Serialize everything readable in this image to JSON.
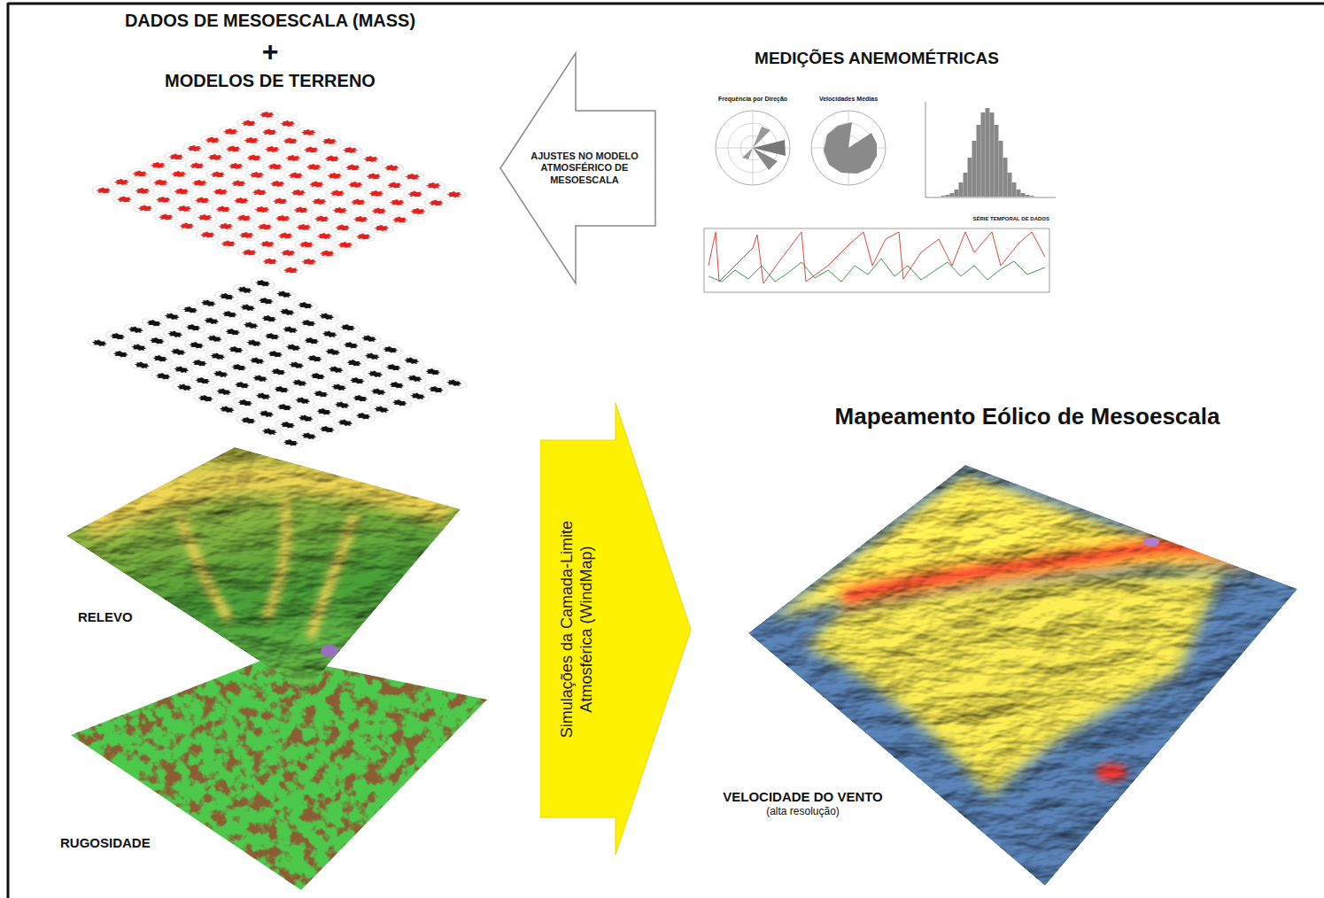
{
  "diagram": {
    "nodes": [
      {
        "text": [
          "AJUSTES NO MODELO ATMOSFÉRICO DE MESOESCALA"
        ]
      },
      {
        "text": [
          "Simulações da Camada-Limite Atmosférica (WindMap)"
        ]
      }
    ],
    "labels": [
      "DADOS DE MESOESCALA (MASS)",
      "+",
      "MODELOS DE TERRENO",
      "MEDIÇÕES ANEMOMÉTRICAS",
      "Frequência por Direção",
      "Velocidades Médias",
      "SÉRIE TEMPORAL DE DADOS",
      "Mapeamento Eólico de Mesoescala",
      "RELEVO",
      "RUGOSIDADE",
      "VELOCIDADE DO VENTO",
      "(alta resolução)"
    ]
  }
}
